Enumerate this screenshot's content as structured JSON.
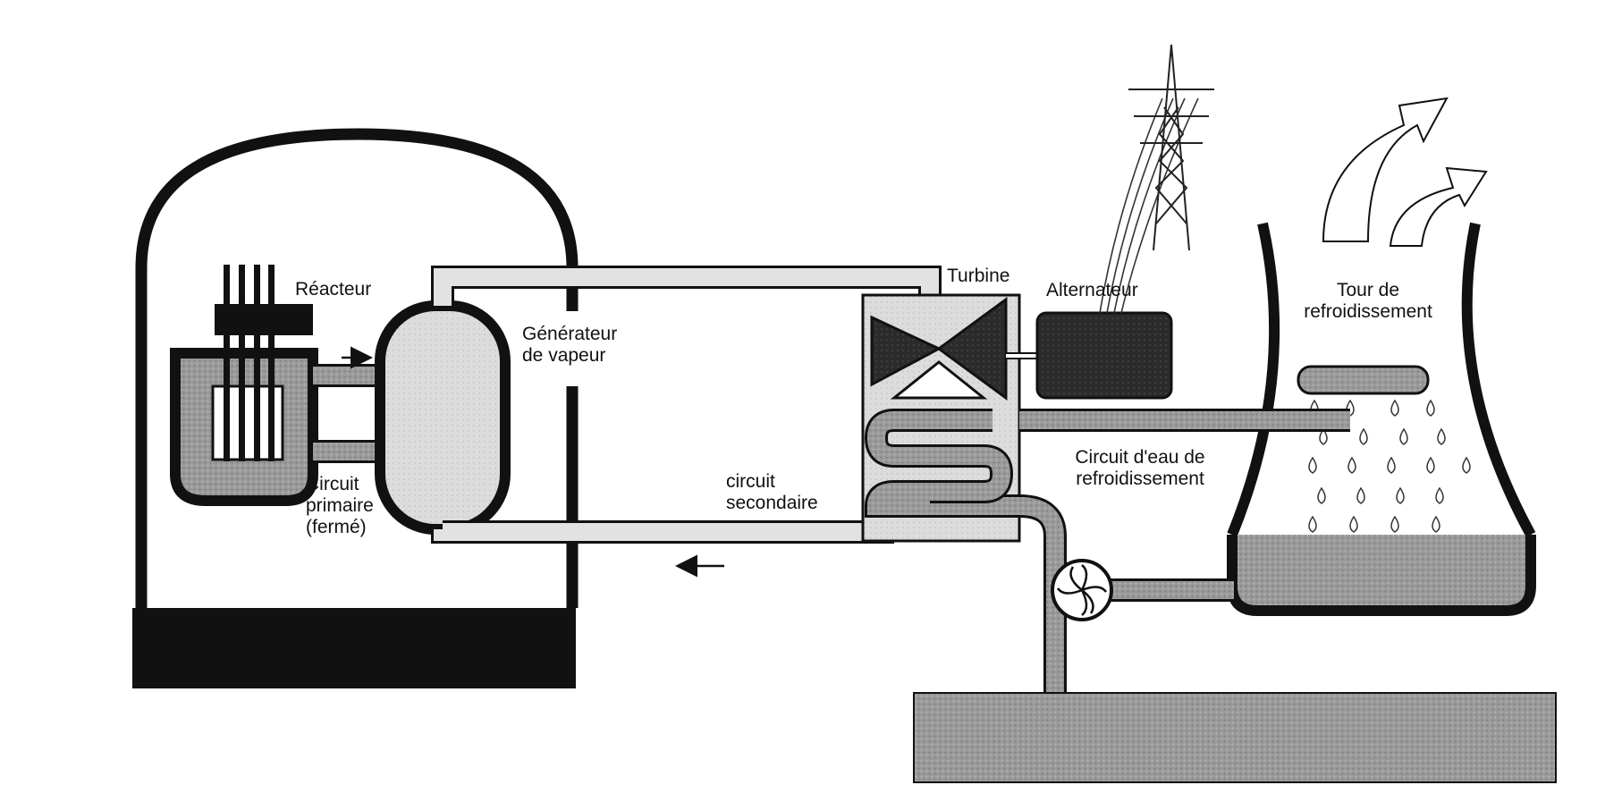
{
  "labels": {
    "reactor": "Réacteur",
    "steam_generator": [
      "Générateur",
      "de vapeur"
    ],
    "primary_circuit": [
      "Circuit",
      "primaire",
      "(fermé)"
    ],
    "secondary_circuit": [
      "circuit",
      "secondaire"
    ],
    "turbine": "Turbine",
    "alternator": "Alternateur",
    "cooling_tower": [
      "Tour de",
      "refroidissement"
    ],
    "cooling_water_circuit": [
      "Circuit d'eau de",
      "refroidissement"
    ]
  },
  "colors": {
    "ink": "#111111",
    "pipe_fill": "#d6d6d6",
    "primary_fill": "#9b9b9b",
    "water_fill": "#8c8c8c",
    "dark_fill": "#2a2a2a",
    "light_fill": "#e6e6e6"
  }
}
